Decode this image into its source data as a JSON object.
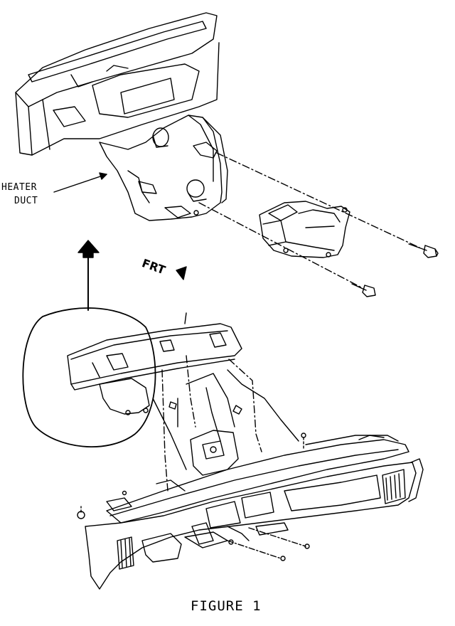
{
  "labels": {
    "heater_duct_line1": "HEATER",
    "heater_duct_line2": "DUCT",
    "front_indicator": "FRT",
    "caption": "FIGURE 1"
  }
}
